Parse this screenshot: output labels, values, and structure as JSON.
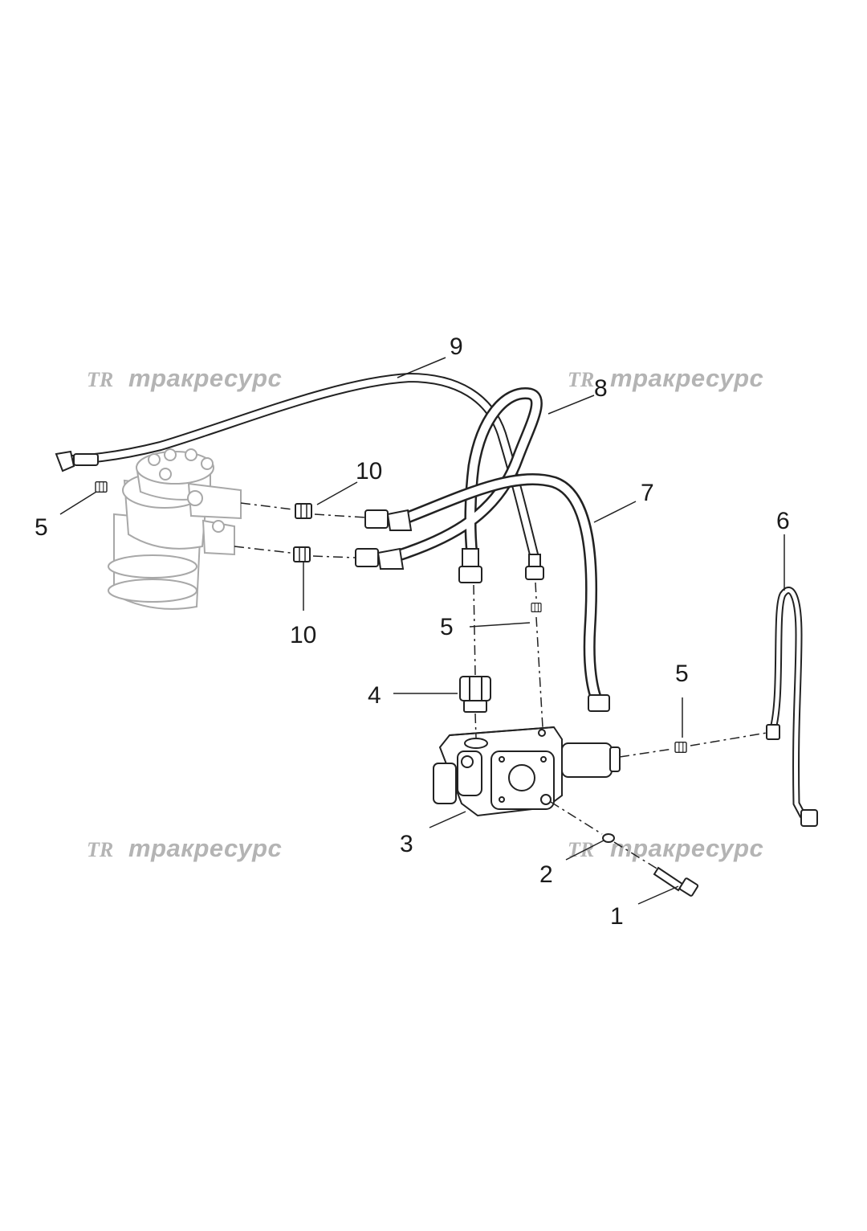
{
  "watermark": {
    "logo": "TR",
    "text": "тракресурс"
  },
  "callouts": {
    "c9": "9",
    "c8": "8",
    "c7": "7",
    "c6": "6",
    "c5a": "5",
    "c5b": "5",
    "c5c": "5",
    "c10a": "10",
    "c10b": "10",
    "c4": "4",
    "c3": "3",
    "c2": "2",
    "c1": "1"
  }
}
